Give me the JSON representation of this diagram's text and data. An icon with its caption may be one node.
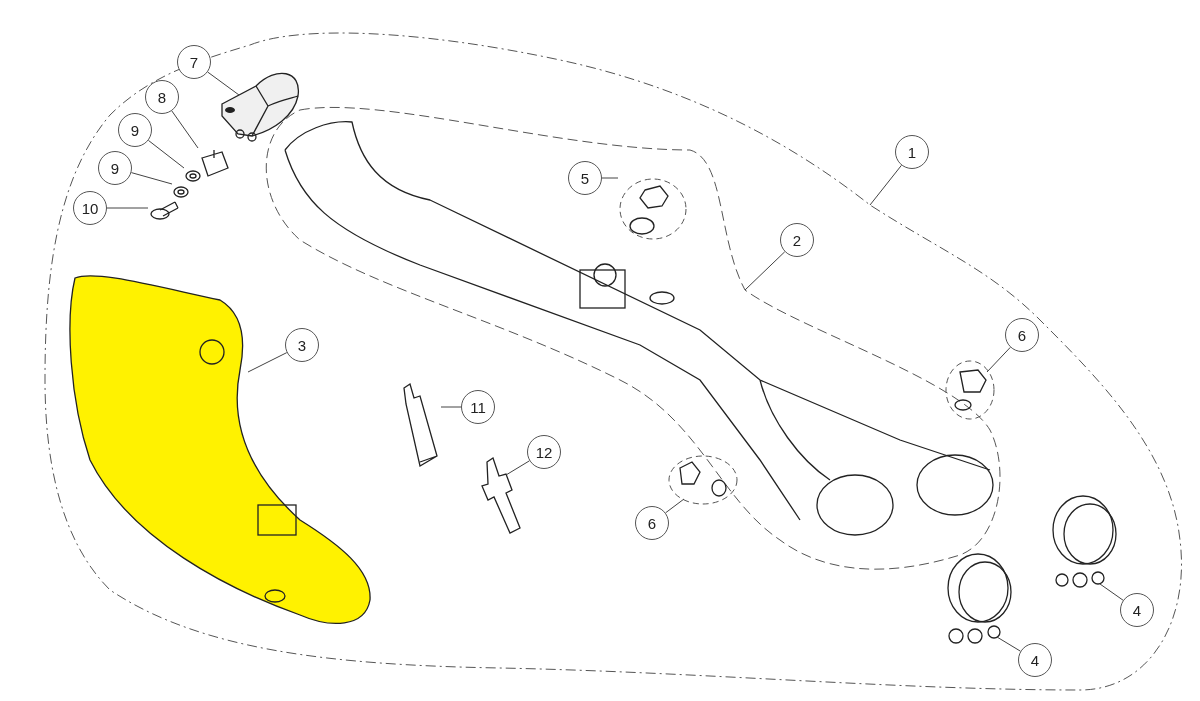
{
  "diagram": {
    "nodes": [
      {
        "text": [
          "7"
        ],
        "in": 15
      },
      {
        "text": [
          "8"
        ],
        "in": 15
      },
      {
        "text": [
          "9"
        ],
        "in": 15
      },
      {
        "text": [
          "1"
        ],
        "in": 15
      },
      {
        "text": [
          "9"
        ],
        "in": 15
      },
      {
        "text": [
          "5"
        ],
        "in": 16
      },
      {
        "text": [
          "10"
        ],
        "in": 15
      },
      {
        "text": [
          "2"
        ],
        "in": 15
      },
      {
        "text": [
          "6"
        ],
        "in": 15
      },
      {
        "text": [
          "3"
        ],
        "in": 15
      },
      {
        "text": [
          "11"
        ],
        "in": 15
      },
      {
        "text": [
          "12"
        ],
        "in": 15
      },
      {
        "text": [
          "6"
        ],
        "in": 15
      },
      {
        "text": [
          "4"
        ],
        "in": 15
      },
      {
        "text": [
          "4"
        ],
        "in": 15
      },
      {
        "text": [],
        "shape": "cloud"
      },
      {
        "text": [],
        "shape": "picture",
        "in": 15
      },
      {
        "text": [],
        "shape": "picture",
        "in": 15
      },
      {
        "text": [],
        "shape": "picture",
        "in": 15
      },
      {
        "text": [],
        "shape": "picture",
        "in": 15
      },
      {
        "text": [],
        "shape": "picture",
        "in": 15
      },
      {
        "text": [],
        "shape": "picture",
        "in": 15
      },
      {
        "text": [],
        "shape": "picture",
        "in": 16
      },
      {
        "text": [],
        "shape": "picture",
        "in": 15
      },
      {
        "text": [],
        "shape": "picture",
        "in": 15
      },
      {
        "text": [],
        "shape": "picture",
        "in": 15
      },
      {
        "text": [],
        "shape": "picture",
        "in": 15
      },
      {
        "text": [],
        "shape": "picture",
        "in": 15
      },
      {
        "text": [],
        "shape": "picture",
        "in": 15
      },
      {
        "text": [],
        "shape": "picture",
        "in": 15
      }
    ],
    "edges": [
      {
        "from": 0,
        "to": 17,
        "arrow": "none"
      },
      {
        "from": 1,
        "to": 18,
        "arrow": "none"
      },
      {
        "from": 2,
        "to": 19,
        "arrow": "none"
      },
      {
        "from": 3,
        "to": 15,
        "arrow": "none"
      },
      {
        "from": 4,
        "to": 20,
        "arrow": "none"
      },
      {
        "from": 5,
        "to": 22,
        "arrow": "none"
      },
      {
        "from": 6,
        "to": 21,
        "arrow": "none"
      },
      {
        "from": 7,
        "to": 16,
        "arrow": "none"
      },
      {
        "from": 8,
        "to": 24,
        "arrow": "none"
      },
      {
        "from": 9,
        "to": 23,
        "arrow": "none"
      },
      {
        "from": 10,
        "to": 25,
        "arrow": "none"
      },
      {
        "from": 11,
        "to": 26,
        "arrow": "none"
      },
      {
        "from": 12,
        "to": 27,
        "arrow": "none"
      },
      {
        "from": 13,
        "to": 28,
        "arrow": "none"
      },
      {
        "from": 14,
        "to": 29,
        "arrow": "none"
      }
    ]
  }
}
